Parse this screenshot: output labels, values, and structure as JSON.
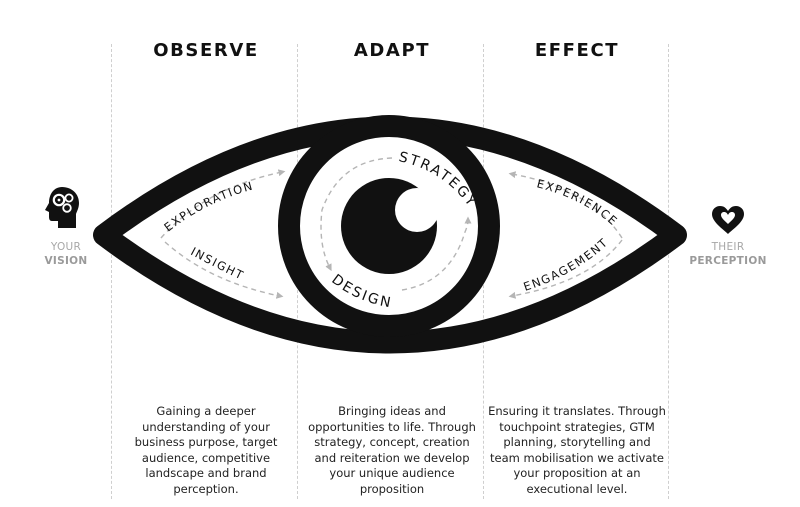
{
  "stages": [
    {
      "title": "OBSERVE",
      "description": "Gaining a deeper understanding of your business purpose, target audience, competitive landscape and brand perception."
    },
    {
      "title": "ADAPT",
      "description": "Bringing ideas and opportunities to life. Through strategy, concept, creation and reiteration we develop your unique audience proposition"
    },
    {
      "title": "EFFECT",
      "description": "Ensuring it translates. Through touchpoint strategies, GTM planning, storytelling and team mobilisation we activate your proposition at an executional level."
    }
  ],
  "left_side": {
    "line1": "YOUR",
    "line2": "VISION",
    "icon": "head-gears-icon"
  },
  "right_side": {
    "line1": "THEIR",
    "line2": "PERCEPTION",
    "icon": "heart-icon"
  },
  "eye_labels": {
    "exploration": "EXPLORATION",
    "insight": "INSIGHT",
    "strategy": "STRATEGY",
    "design": "DESIGN",
    "experience": "EXPERIENCE",
    "engagement": "ENGAGEMENT"
  },
  "colors": {
    "ink": "#111111",
    "muted": "#a7a7a7",
    "divider": "#cfcfcf",
    "arrow": "#b5b5b5"
  }
}
